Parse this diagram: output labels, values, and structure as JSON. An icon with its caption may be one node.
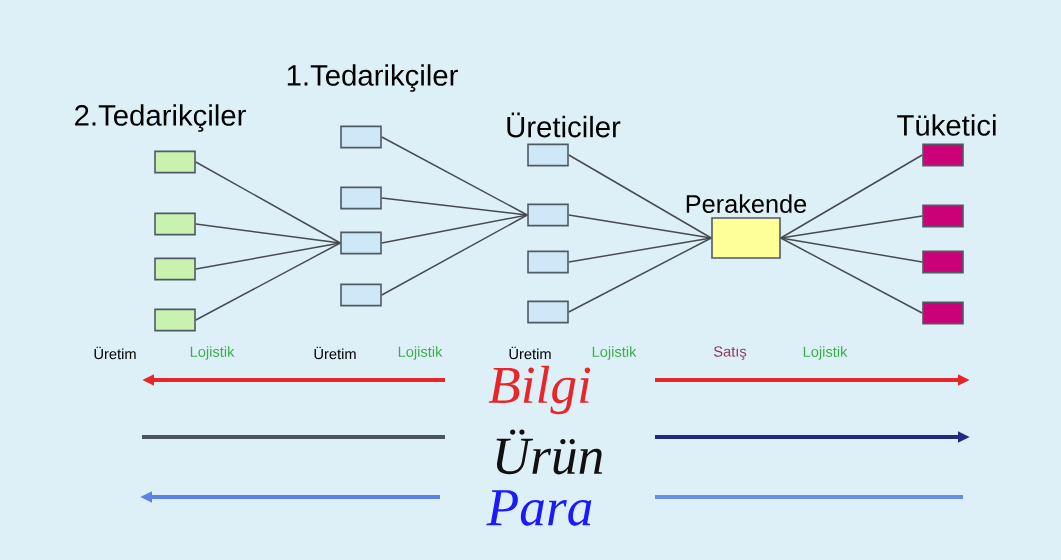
{
  "diagram": {
    "nodes": [
      {
        "text": [],
        "shape": "box"
      },
      {
        "text": [],
        "shape": "box"
      },
      {
        "text": [],
        "shape": "box"
      },
      {
        "text": [],
        "shape": "box"
      },
      {
        "text": [],
        "shape": "box"
      },
      {
        "text": [],
        "shape": "box"
      },
      {
        "text": [],
        "shape": "box"
      },
      {
        "text": [],
        "shape": "box"
      },
      {
        "text": [],
        "shape": "box"
      },
      {
        "text": [],
        "shape": "box"
      },
      {
        "text": [],
        "shape": "box"
      },
      {
        "text": [],
        "shape": "box"
      },
      {
        "text": [
          "Perakende"
        ]
      },
      {
        "text": [],
        "shape": "box"
      },
      {
        "text": [],
        "shape": "box"
      },
      {
        "text": [],
        "shape": "box"
      },
      {
        "text": [],
        "shape": "box"
      },
      {
        "text": [
          "Bilgi"
        ]
      },
      {
        "text": [
          "Ürün"
        ]
      },
      {
        "text": [
          "Para"
        ]
      }
    ],
    "edges": [
      {
        "from": 0,
        "to": 6,
        "arrow": "none"
      },
      {
        "from": 1,
        "to": 6,
        "arrow": "none"
      },
      {
        "from": 2,
        "to": 6,
        "arrow": "none"
      },
      {
        "from": 3,
        "to": 6,
        "arrow": "none"
      },
      {
        "from": 4,
        "to": 9,
        "arrow": "none"
      },
      {
        "from": 5,
        "to": 9,
        "arrow": "none"
      },
      {
        "from": 6,
        "to": 9,
        "arrow": "none"
      },
      {
        "from": 7,
        "to": 9,
        "arrow": "none"
      },
      {
        "from": 8,
        "to": 12,
        "arrow": "none"
      },
      {
        "from": 9,
        "to": 12,
        "arrow": "none"
      },
      {
        "from": 10,
        "to": 12,
        "arrow": "none"
      },
      {
        "from": 11,
        "to": 12,
        "arrow": "none"
      },
      {
        "from": 12,
        "to": 13,
        "arrow": "none"
      },
      {
        "from": 12,
        "to": 14,
        "arrow": "none"
      },
      {
        "from": 12,
        "to": 15,
        "arrow": "none"
      },
      {
        "from": 12,
        "to": 16,
        "arrow": "none"
      },
      {
        "from": 17,
        "to": null,
        "arrow": "to",
        "style": "thick",
        "color": "#e8262a"
      },
      {
        "from": 17,
        "to": null,
        "arrow": "to",
        "style": "thick",
        "color": "#e8262a"
      },
      {
        "from": 18,
        "to": null,
        "arrow": "none",
        "style": "thick",
        "color": "#4a5560"
      },
      {
        "from": 18,
        "to": null,
        "arrow": "to",
        "style": "thick",
        "color": "#202a80"
      },
      {
        "from": 19,
        "to": null,
        "arrow": "to",
        "style": "thick",
        "color": "#5a82e8"
      },
      {
        "from": 19,
        "to": null,
        "arrow": "none",
        "style": "thick",
        "color": "#6a8ee8"
      }
    ],
    "labels": [
      "1.Tedarikçiler",
      "2.Tedarikçiler",
      "Üreticiler",
      "Tüketici",
      "Üretim",
      "Lojistik",
      "Üretim",
      "Lojistik",
      "Üretim",
      "Lojistik",
      "Satış",
      "Lojistik"
    ]
  }
}
